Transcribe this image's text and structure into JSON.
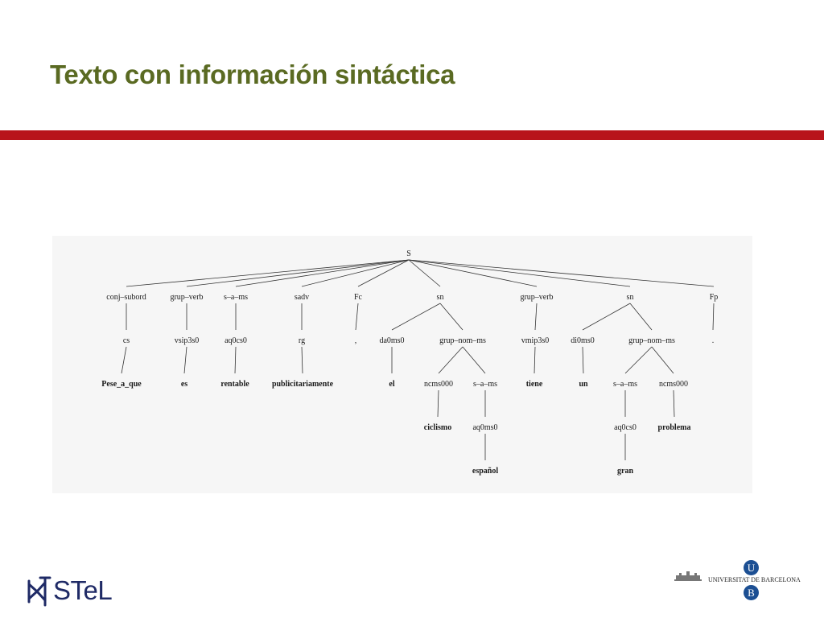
{
  "slide": {
    "title": "Texto con información sintáctica"
  },
  "colors": {
    "title": "#5a6a22",
    "rule": "#b8141b",
    "logo_blue": "#1f2a66",
    "ub_blue": "#1c4f93"
  },
  "tree": {
    "nodes": [
      {
        "id": "S",
        "label": "S"
      },
      {
        "id": "n1",
        "label": "conj–subord",
        "parent": "S"
      },
      {
        "id": "n2",
        "label": "grup–verb",
        "parent": "S"
      },
      {
        "id": "n3",
        "label": "s–a–ms",
        "parent": "S"
      },
      {
        "id": "n4",
        "label": "sadv",
        "parent": "S"
      },
      {
        "id": "n5",
        "label": "Fc",
        "parent": "S"
      },
      {
        "id": "n6",
        "label": "sn",
        "parent": "S"
      },
      {
        "id": "n7",
        "label": "grup–verb",
        "parent": "S"
      },
      {
        "id": "n8",
        "label": "sn",
        "parent": "S"
      },
      {
        "id": "n9",
        "label": "Fp",
        "parent": "S"
      },
      {
        "id": "t1",
        "label": "cs",
        "parent": "n1"
      },
      {
        "id": "t2",
        "label": "vsip3s0",
        "parent": "n2"
      },
      {
        "id": "t3",
        "label": "aq0cs0",
        "parent": "n3"
      },
      {
        "id": "t4",
        "label": "rg",
        "parent": "n4"
      },
      {
        "id": "t5",
        "label": ",",
        "parent": "n5"
      },
      {
        "id": "t6",
        "label": "da0ms0",
        "parent": "n6"
      },
      {
        "id": "t7",
        "label": "grup–nom–ms",
        "parent": "n6"
      },
      {
        "id": "t8",
        "label": "vmip3s0",
        "parent": "n7"
      },
      {
        "id": "t9",
        "label": "di0ms0",
        "parent": "n8"
      },
      {
        "id": "t10",
        "label": "grup–nom–ms",
        "parent": "n8"
      },
      {
        "id": "t11",
        "label": ".",
        "parent": "n9"
      },
      {
        "id": "w1",
        "label": "Pese_a_que",
        "parent": "t1",
        "word": true
      },
      {
        "id": "w2",
        "label": "es",
        "parent": "t2",
        "word": true
      },
      {
        "id": "w3",
        "label": "rentable",
        "parent": "t3",
        "word": true
      },
      {
        "id": "w4",
        "label": "publicitariamente",
        "parent": "t4",
        "word": true
      },
      {
        "id": "w6",
        "label": "el",
        "parent": "t6",
        "word": true
      },
      {
        "id": "a1",
        "label": "ncms000",
        "parent": "t7"
      },
      {
        "id": "a2",
        "label": "s–a–ms",
        "parent": "t7"
      },
      {
        "id": "w8",
        "label": "tiene",
        "parent": "t8",
        "word": true
      },
      {
        "id": "w9",
        "label": "un",
        "parent": "t9",
        "word": true
      },
      {
        "id": "b1",
        "label": "s–a–ms",
        "parent": "t10"
      },
      {
        "id": "b2",
        "label": "ncms000",
        "parent": "t10"
      },
      {
        "id": "c1",
        "label": "ciclismo",
        "parent": "a1",
        "word": true
      },
      {
        "id": "c2",
        "label": "aq0ms0",
        "parent": "a2"
      },
      {
        "id": "d1",
        "label": "aq0cs0",
        "parent": "b1"
      },
      {
        "id": "d2",
        "label": "problema",
        "parent": "b2",
        "word": true
      },
      {
        "id": "e1",
        "label": "español",
        "parent": "c2",
        "word": true
      },
      {
        "id": "e2",
        "label": "gran",
        "parent": "d1",
        "word": true
      }
    ]
  },
  "footer": {
    "logo_text": "STeL",
    "university": "UNIVERSITAT DE BARCELONA",
    "ub_top": "U",
    "ub_bottom": "B"
  }
}
